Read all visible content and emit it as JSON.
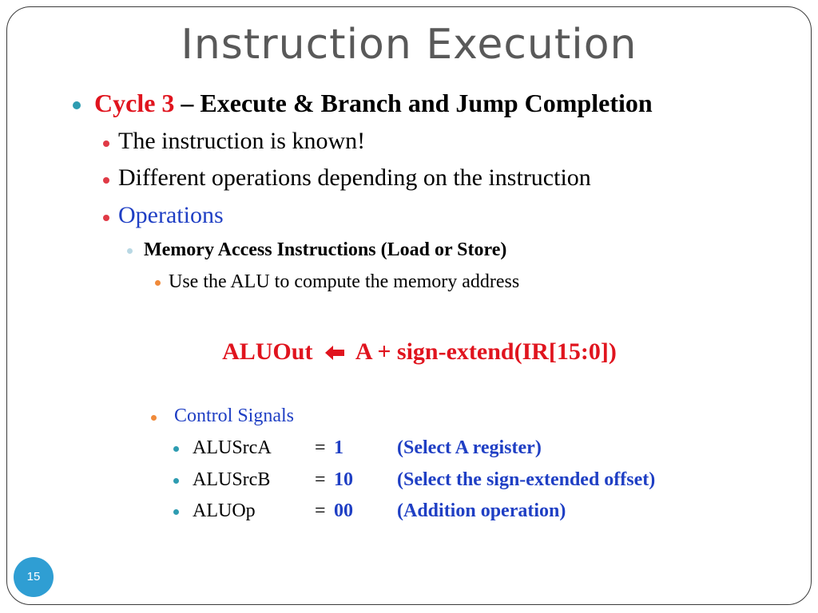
{
  "slide": {
    "title": "Instruction Execution",
    "cycle_label": "Cycle 3",
    "cycle_rest": "– Execute & Branch and Jump Completion",
    "points": [
      "The instruction is known!",
      "Different operations depending on the instruction"
    ],
    "operations_label": "Operations",
    "memory_heading": "Memory Access Instructions (Load or Store)",
    "memory_detail": "Use the ALU to compute the memory address",
    "equation": {
      "lhs": "ALUOut",
      "rhs": "A + sign-extend(IR[15:0])"
    },
    "control_signals_label": "Control Signals",
    "signals": [
      {
        "name": "ALUSrcA",
        "eq": "=",
        "value": "1",
        "note": "(Select A register)"
      },
      {
        "name": "ALUSrcB",
        "eq": "=",
        "value": "10",
        "note": "(Select the sign-extended offset)"
      },
      {
        "name": "ALUOp",
        "eq": "=",
        "value": "00",
        "note": "(Addition operation)"
      }
    ],
    "page_number": "15"
  },
  "colors": {
    "title": "#595959",
    "accent_red": "#e0141e",
    "accent_blue": "#1f3fc4",
    "bullet_teal": "#2e9cb1",
    "page_circle": "#2f9ed3"
  }
}
